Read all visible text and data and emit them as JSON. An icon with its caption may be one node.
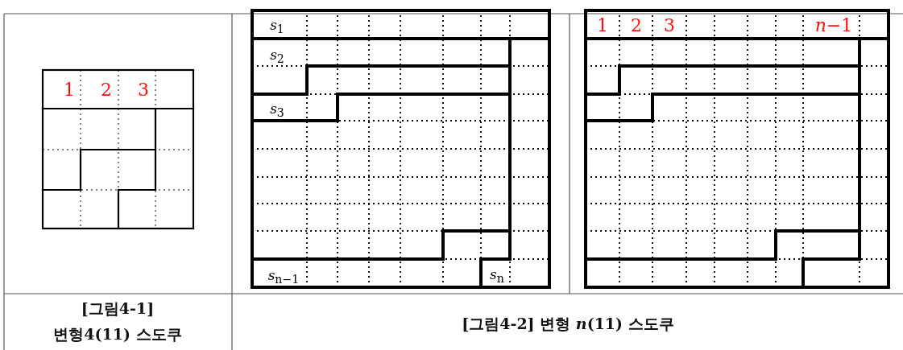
{
  "diagram": {
    "labels": [
      "1",
      "2",
      "3",
      "*s*$_{1}$",
      "*s*$_{2}$",
      "*s*$_{3}$",
      "*s*$_{n−1}$",
      "*s*$_{n}$",
      "1",
      "2",
      "3",
      "*n*−1",
      "[그림4-1]",
      "변형4(11) 스도쿠",
      "[그림4-2] 변형 *n*(11) 스도쿠"
    ]
  }
}
